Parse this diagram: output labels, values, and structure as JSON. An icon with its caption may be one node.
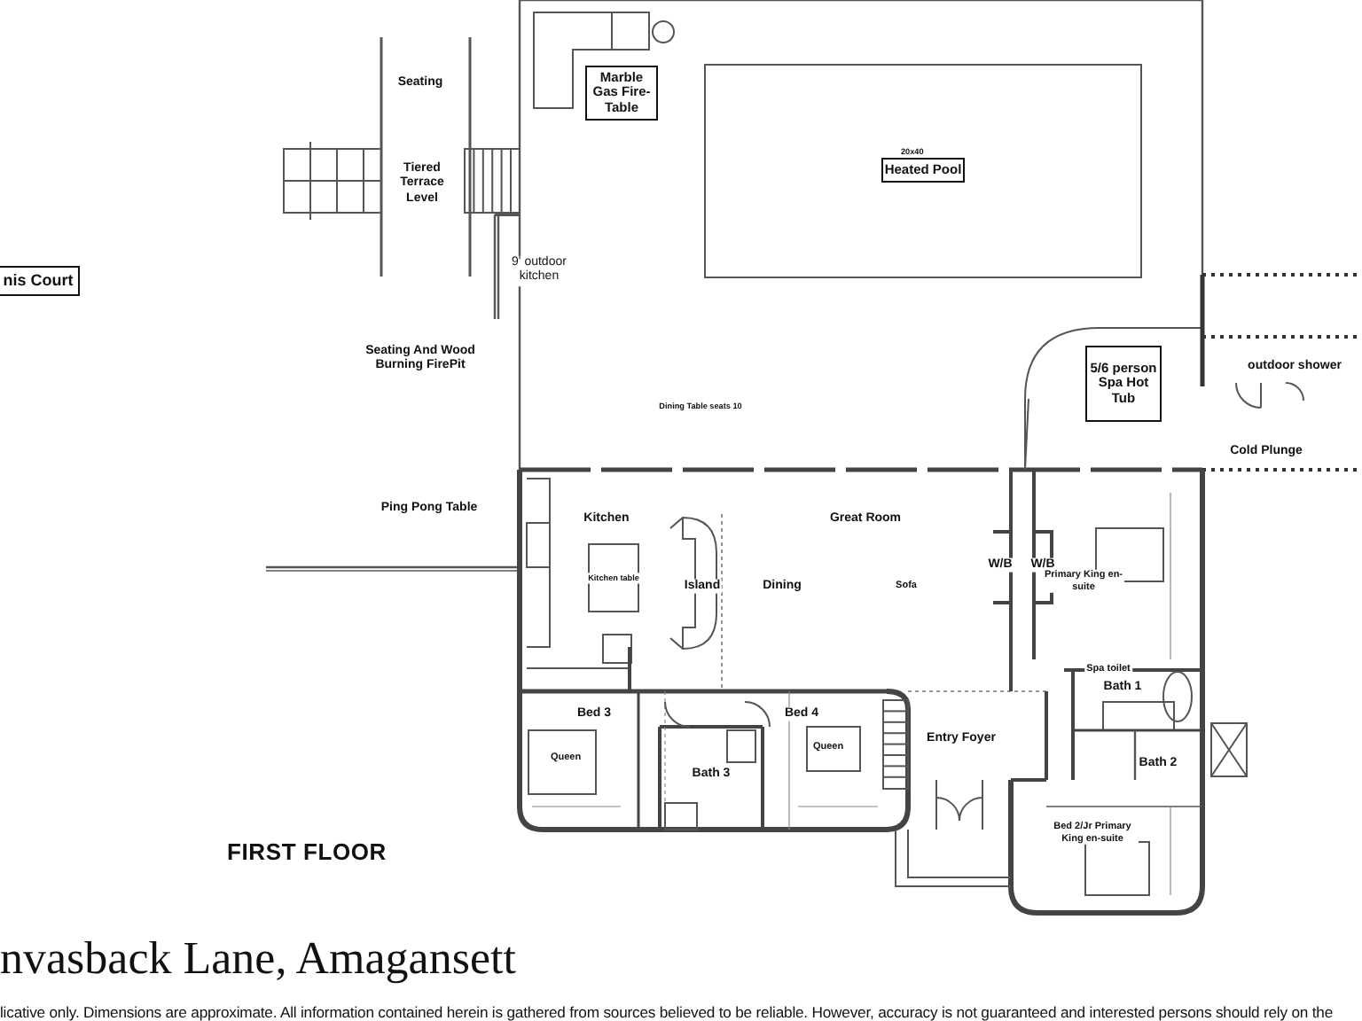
{
  "diagram": {
    "title": "nvasback Lane, Amagansett",
    "caption": "licative only. Dimensions are approximate. All information contained herein is gathered from sources believed to be reliable. However, accuracy is not guaranteed and interested persons should rely on the",
    "nodes": [
      {
        "text": [
          "nis Court"
        ]
      },
      {
        "text": [
          "Marble Gas Fire-Table"
        ]
      },
      {
        "text": [
          "20x40"
        ]
      },
      {
        "text": [
          "Heated Pool"
        ],
        "in": 2
      },
      {
        "text": [
          "5/6 person Spa Hot Tub"
        ]
      }
    ],
    "labels": [
      "Seating",
      "Tiered Terrace Level",
      "9' outdoor kitchen",
      "Seating And Wood Burning FirePit",
      "Dining Table seats 10",
      "outdoor shower",
      "Cold Plunge",
      "Ping Pong Table",
      "Kitchen",
      "Great Room",
      "Kitchen table",
      "W/B",
      "W/B",
      "Primary King en-suite",
      "Island",
      "Dining",
      "Sofa",
      "Spa toilet",
      "Bath 1",
      "Bed 3",
      "Bed 4",
      "Entry Foyer",
      "Queen",
      "Queen",
      "Bath 3",
      "Bath 2",
      "Bed 2/Jr Primary King en-suite",
      "FIRST FLOOR"
    ]
  }
}
